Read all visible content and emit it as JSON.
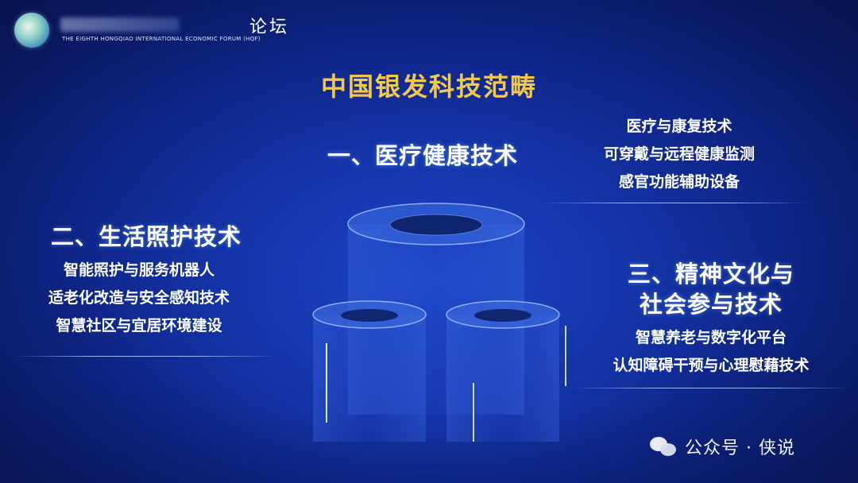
{
  "header": {
    "forum_cn": "论坛",
    "forum_en": "THE EIGHTH HONGQIAO INTERNATIONAL ECONOMIC FORUM (HQF)"
  },
  "title": "中国银发科技范畴",
  "sections": [
    {
      "heading": "一、医疗健康技术",
      "items": [
        "医疗与康复技术",
        "可穿戴与远程健康监测",
        "感官功能辅助设备"
      ]
    },
    {
      "heading": "二、生活照护技术",
      "items": [
        "智能照护与服务机器人",
        "适老化改造与安全感知技术",
        "智慧社区与宜居环境建设"
      ]
    },
    {
      "heading_lines": [
        "三、精神文化与",
        "社会参与技术"
      ],
      "items": [
        "智慧养老与数字化平台",
        "认知障碍干预与心理慰藉技术"
      ]
    }
  ],
  "watermark": {
    "icon": "wechat-icon",
    "text": "公众号 · 侠说"
  },
  "colors": {
    "title": "#f2c94c",
    "background": "#1537ae",
    "text": "#ffffff"
  }
}
